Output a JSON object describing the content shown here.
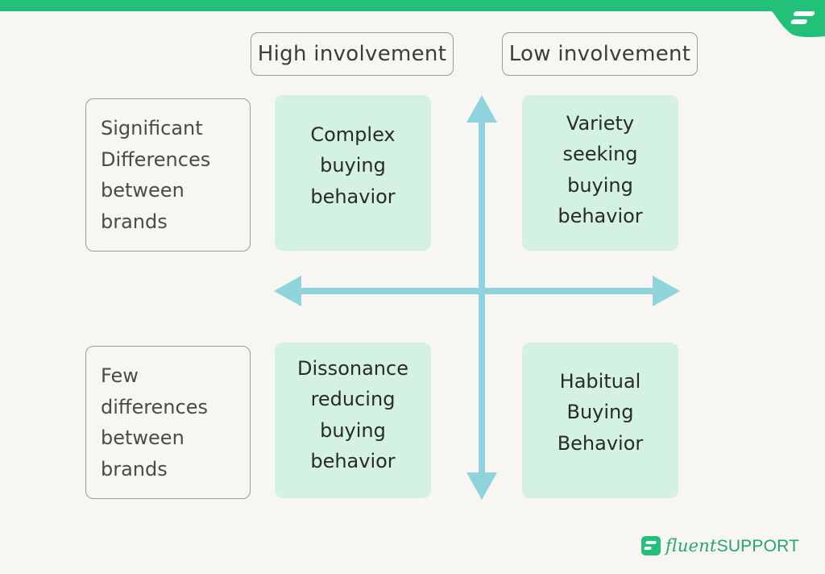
{
  "columns": {
    "high": "High involvement",
    "low": "Low involvement"
  },
  "rows": {
    "significant": "Significant Differences between brands",
    "few": "Few differences between brands"
  },
  "quadrants": {
    "complex": "Complex buying behavior",
    "variety": "Variety seeking buying behavior",
    "dissonance": "Dissonance reducing buying behavior",
    "habitual": "Habitual Buying Behavior"
  },
  "brand": {
    "part1": "fluent",
    "part2": "SUPPORT"
  },
  "colors": {
    "accent": "#23c07a",
    "quadrant_fill": "#d3f2e3",
    "axis": "#8fd3dd",
    "background": "#f7f6f2"
  }
}
